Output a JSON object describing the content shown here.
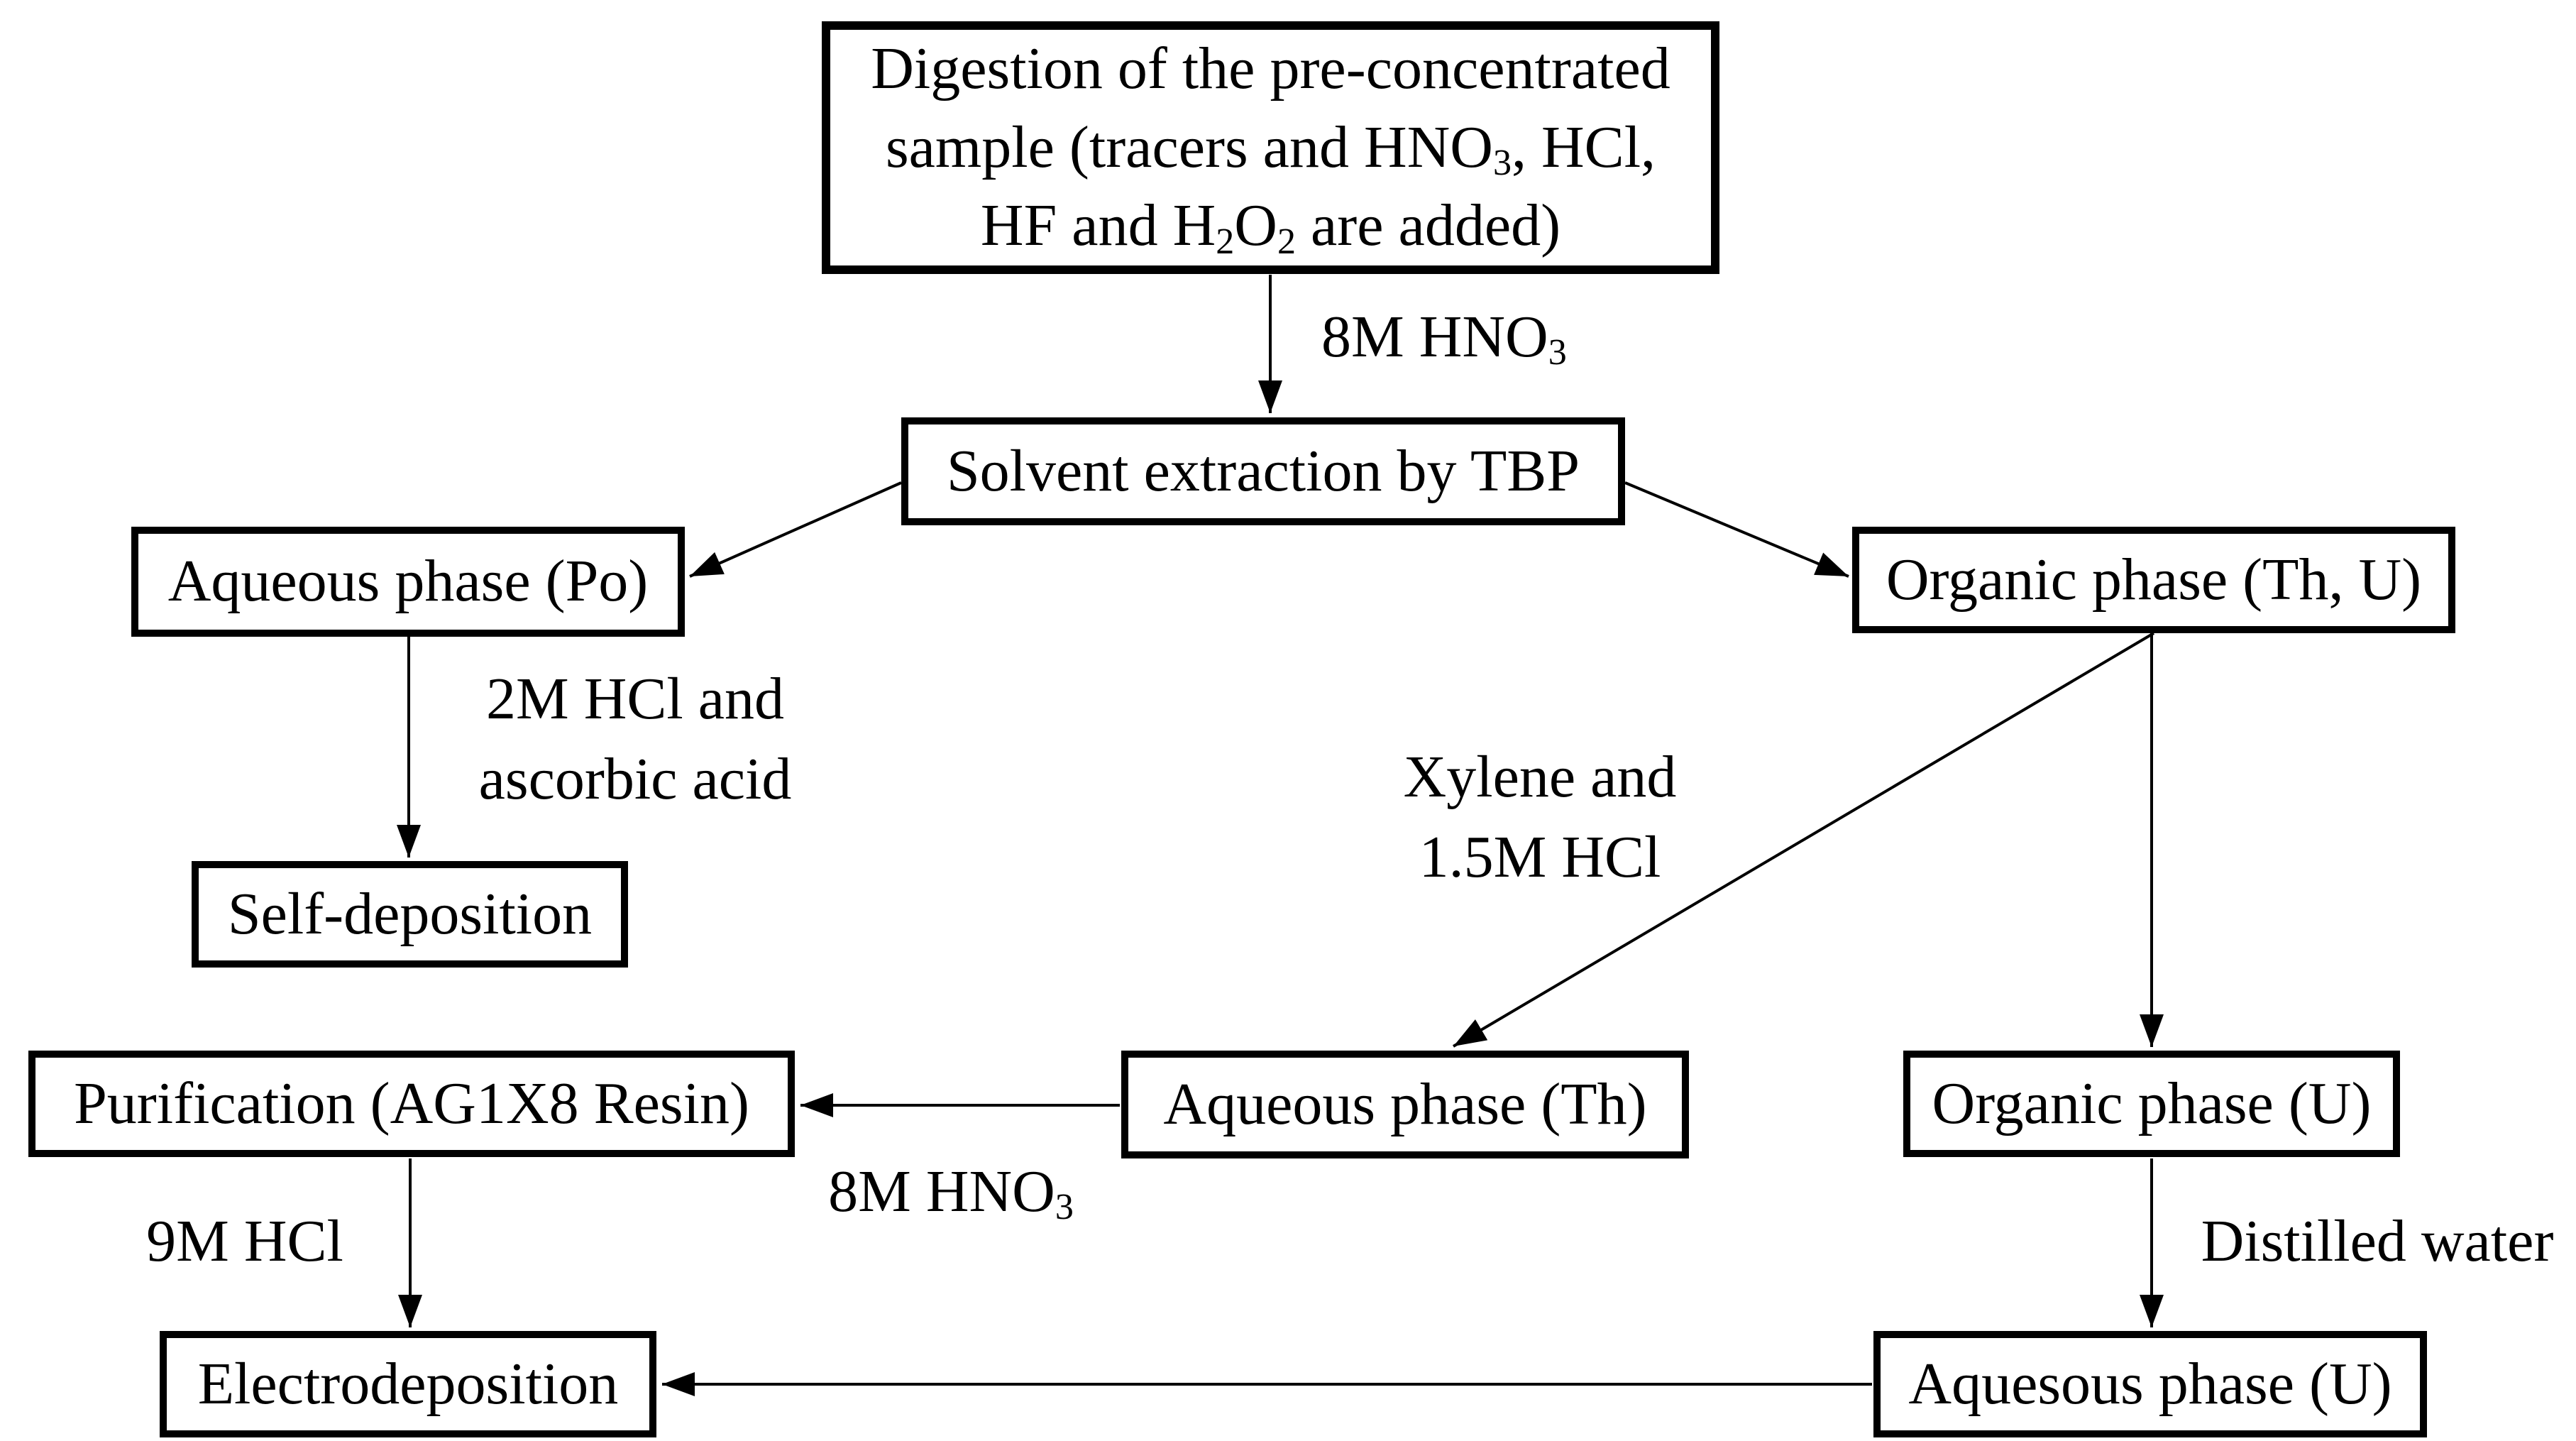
{
  "page": {
    "background_color": "#ffffff",
    "ink_color": "#000000",
    "kind": "flowchart of radiochemical separation procedure"
  },
  "diagram": {
    "boxes": [
      {
        "id": "digestion",
        "lines": [
          [
            {
              "t": "Digestion of the pre-concentrated"
            }
          ],
          [
            {
              "t": "sample (tracers and HNO"
            },
            {
              "t": "3",
              "sub": true
            },
            {
              "t": ", HCl,"
            }
          ],
          [
            {
              "t": "HF and H"
            },
            {
              "t": "2",
              "sub": true
            },
            {
              "t": "O"
            },
            {
              "t": "2",
              "sub": true
            },
            {
              "t": " are added)"
            }
          ]
        ]
      },
      {
        "id": "solvent_extraction",
        "lines": [
          [
            {
              "t": "Solvent extraction by TBP"
            }
          ]
        ]
      },
      {
        "id": "aqueous_po",
        "lines": [
          [
            {
              "t": "Aqueous phase (Po)"
            }
          ]
        ]
      },
      {
        "id": "organic_th_u",
        "lines": [
          [
            {
              "t": "Organic phase (Th, U)"
            }
          ]
        ]
      },
      {
        "id": "self_deposition",
        "lines": [
          [
            {
              "t": "Self-deposition"
            }
          ]
        ]
      },
      {
        "id": "purification",
        "lines": [
          [
            {
              "t": "Purification (AG1X8 Resin)"
            }
          ]
        ]
      },
      {
        "id": "aqueous_th",
        "lines": [
          [
            {
              "t": "Aqueous phase (Th)"
            }
          ]
        ]
      },
      {
        "id": "organic_u",
        "lines": [
          [
            {
              "t": "Organic phase (U)"
            }
          ]
        ]
      },
      {
        "id": "electrodeposition",
        "lines": [
          [
            {
              "t": "Electrodeposition"
            }
          ]
        ]
      },
      {
        "id": "aquesous_u",
        "lines": [
          [
            {
              "t": "Aquesous phase (U)"
            }
          ]
        ]
      }
    ],
    "labels": [
      {
        "id": "8m_hno3_top",
        "lines": [
          [
            {
              "t": "8M HNO"
            },
            {
              "t": "3",
              "sub": true
            }
          ]
        ]
      },
      {
        "id": "2m_hcl_ascorbic",
        "lines": [
          [
            {
              "t": "2M HCl and"
            }
          ],
          [
            {
              "t": "ascorbic acid"
            }
          ]
        ]
      },
      {
        "id": "xylene_15m_hcl",
        "lines": [
          [
            {
              "t": "Xylene and"
            }
          ],
          [
            {
              "t": "1.5M HCl"
            }
          ]
        ]
      },
      {
        "id": "8m_hno3_mid",
        "lines": [
          [
            {
              "t": "8M HNO"
            },
            {
              "t": "3",
              "sub": true
            }
          ]
        ]
      },
      {
        "id": "9m_hcl",
        "lines": [
          [
            {
              "t": "9M HCl"
            }
          ]
        ]
      },
      {
        "id": "distilled_water",
        "lines": [
          [
            {
              "t": "Distilled water"
            }
          ]
        ]
      }
    ]
  }
}
